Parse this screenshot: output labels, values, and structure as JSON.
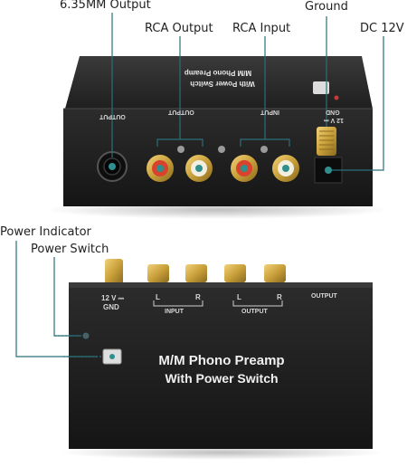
{
  "callouts": {
    "output_635": "6.35MM Output",
    "ground": "Ground",
    "rca_output": "RCA Output",
    "rca_input": "RCA Input",
    "dc_12v": "DC 12V",
    "power_indicator": "Power Indicator",
    "power_switch": "Power Switch"
  },
  "device": {
    "title_line1": "M/M Phono Preamp",
    "title_line2": "With Power Switch",
    "label_12v": "12 V ⎓",
    "label_gnd": "GND",
    "label_input": "INPUT",
    "label_output": "OUTPUT",
    "label_output_jack": "OUTPUT",
    "label_l": "L",
    "label_r": "R"
  },
  "colors": {
    "callout_line": "#2b6f7a",
    "body": "#2a2a2a",
    "gold": "#c9a03a",
    "rca_red": "#d8432e",
    "rca_teal": "#2f8f8f"
  }
}
